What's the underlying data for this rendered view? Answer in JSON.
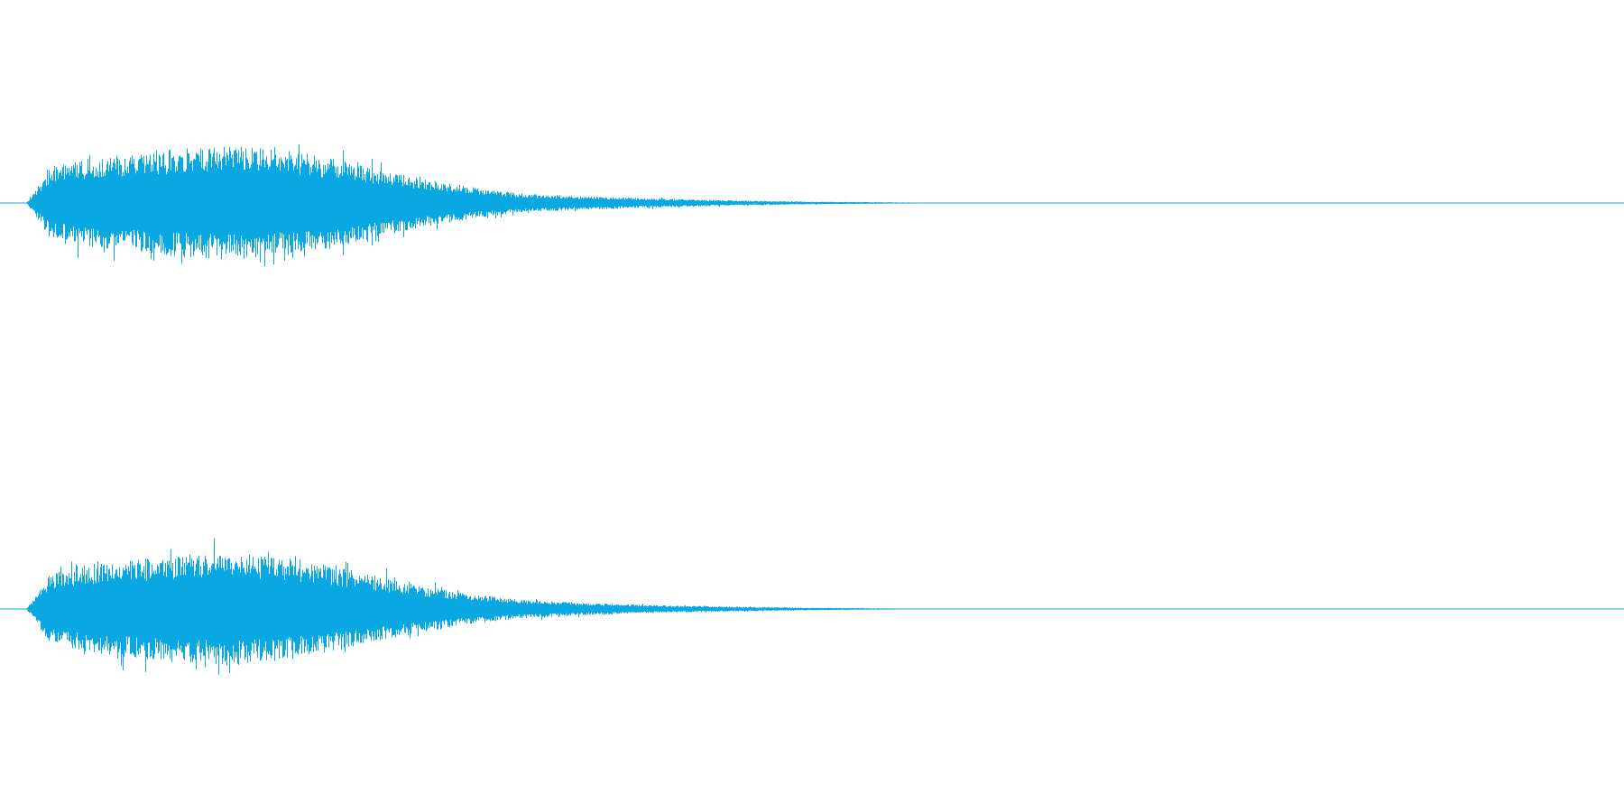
{
  "colors": {
    "waveform": "#0AA8E2",
    "background": "#FFFFFF"
  },
  "chart_data": {
    "type": "area",
    "description_visible_text": "",
    "grid": false,
    "legend": "none",
    "x_range": [
      0,
      1
    ],
    "y_range": [
      -1,
      1
    ],
    "channels": [
      {
        "channel": 1,
        "envelope": {
          "x": [
            0.0,
            0.016,
            0.022,
            0.03,
            0.05,
            0.08,
            0.11,
            0.14,
            0.17,
            0.2,
            0.23,
            0.26,
            0.29,
            0.32,
            0.36,
            0.4,
            0.45,
            0.5,
            0.55,
            0.58,
            0.62,
            1.0
          ],
          "amplitude": [
            0.0,
            0.0,
            0.1,
            0.25,
            0.32,
            0.36,
            0.4,
            0.42,
            0.4,
            0.34,
            0.26,
            0.18,
            0.12,
            0.07,
            0.05,
            0.035,
            0.02,
            0.01,
            0.005,
            0.002,
            0.0,
            0.0
          ]
        }
      },
      {
        "channel": 2,
        "envelope": {
          "x": [
            0.0,
            0.016,
            0.022,
            0.03,
            0.05,
            0.08,
            0.11,
            0.14,
            0.17,
            0.2,
            0.23,
            0.26,
            0.29,
            0.32,
            0.36,
            0.4,
            0.45,
            0.5,
            0.55,
            0.58,
            0.62,
            1.0
          ],
          "amplitude": [
            0.0,
            0.0,
            0.1,
            0.25,
            0.32,
            0.36,
            0.4,
            0.42,
            0.39,
            0.33,
            0.25,
            0.17,
            0.11,
            0.07,
            0.045,
            0.03,
            0.018,
            0.009,
            0.004,
            0.002,
            0.0,
            0.0
          ]
        }
      }
    ]
  }
}
